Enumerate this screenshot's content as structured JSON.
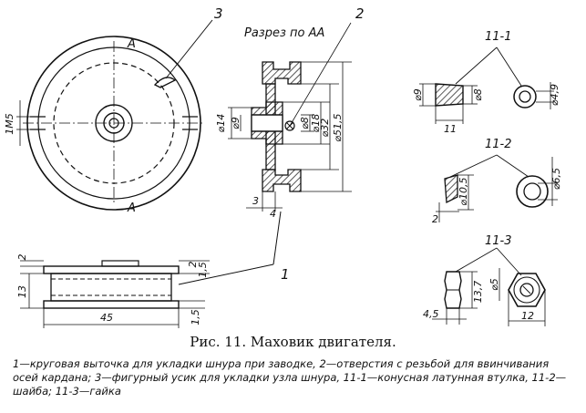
{
  "section_label": "Разрез по АА",
  "callouts": {
    "c1": "1",
    "c2": "2",
    "c3": "3"
  },
  "front_view": {
    "axis_top": "A",
    "axis_bottom": "A",
    "thread": "1M5"
  },
  "section_dims": {
    "d14": "⌀14",
    "d9": "⌀9",
    "d8": "⌀8",
    "d18": "⌀18",
    "d32": "⌀32",
    "d515": "⌀51,5",
    "w3": "3",
    "w4": "4"
  },
  "side_view": {
    "top2a": "2",
    "top2b": "2",
    "top15": "1,5",
    "h13": "13",
    "w45": "45",
    "b15": "1,5"
  },
  "part_11_1": {
    "title": "11-1",
    "d9": "⌀9",
    "d8": "⌀8",
    "d49": "⌀4,9",
    "len": "11"
  },
  "part_11_2": {
    "title": "11-2",
    "d105": "⌀10,5",
    "d65": "⌀6,5",
    "t": "2"
  },
  "part_11_3": {
    "title": "11-3",
    "d5": "⌀5",
    "h137": "13,7",
    "t45": "4,5",
    "s12": "12"
  },
  "caption": {
    "title": "Рис. 11. Маховик двигателя.",
    "text": "1—круговая выточка для укладки шнура при заводке, 2—отверстия с резьбой для ввинчивания осей кардана; 3—фигурный усик для укладки узла шнура, 11-1—конусная латунная втулка, 11-2—шайба; 11-3—гайка"
  }
}
